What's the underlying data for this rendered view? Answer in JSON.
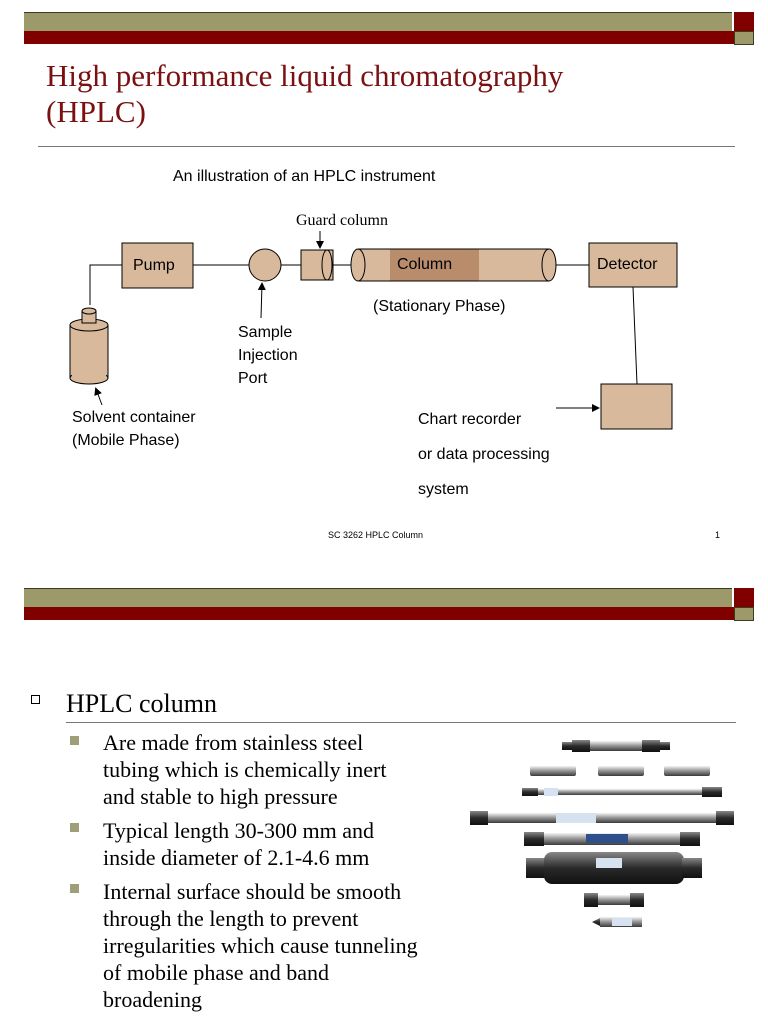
{
  "slide1": {
    "title_line1": "High performance liquid chromatography",
    "title_line2": "(HPLC)",
    "diagram": {
      "caption": "An illustration of an HPLC instrument",
      "guard_column": "Guard column",
      "pump": "Pump",
      "column": "Column",
      "detector": "Detector",
      "stationary_phase": "(Stationary Phase)",
      "sample_port": [
        "Sample",
        "Injection",
        "Port"
      ],
      "solvent": [
        "Solvent container",
        "(Mobile Phase)"
      ],
      "recorder": [
        "Chart recorder",
        "or data processing",
        "system"
      ]
    },
    "footer_text": "SC 3262 HPLC Column",
    "page_number": "1",
    "colors": {
      "olive": "#9c9a6a",
      "maroon": "#800000",
      "box": "#d8b99c",
      "column_band": "#b98d6c"
    }
  },
  "slide2": {
    "heading": "HPLC column",
    "bullets": [
      [
        "Are made from stainless steel",
        "tubing which is chemically inert",
        "and stable to high pressure"
      ],
      [
        "Typical length 30-300 mm and",
        "inside diameter of 2.1-4.6 mm"
      ],
      [
        "Internal surface should be smooth",
        "through the length to prevent",
        "irregularities which cause tunneling",
        "of mobile phase and band",
        "broadening"
      ]
    ]
  }
}
